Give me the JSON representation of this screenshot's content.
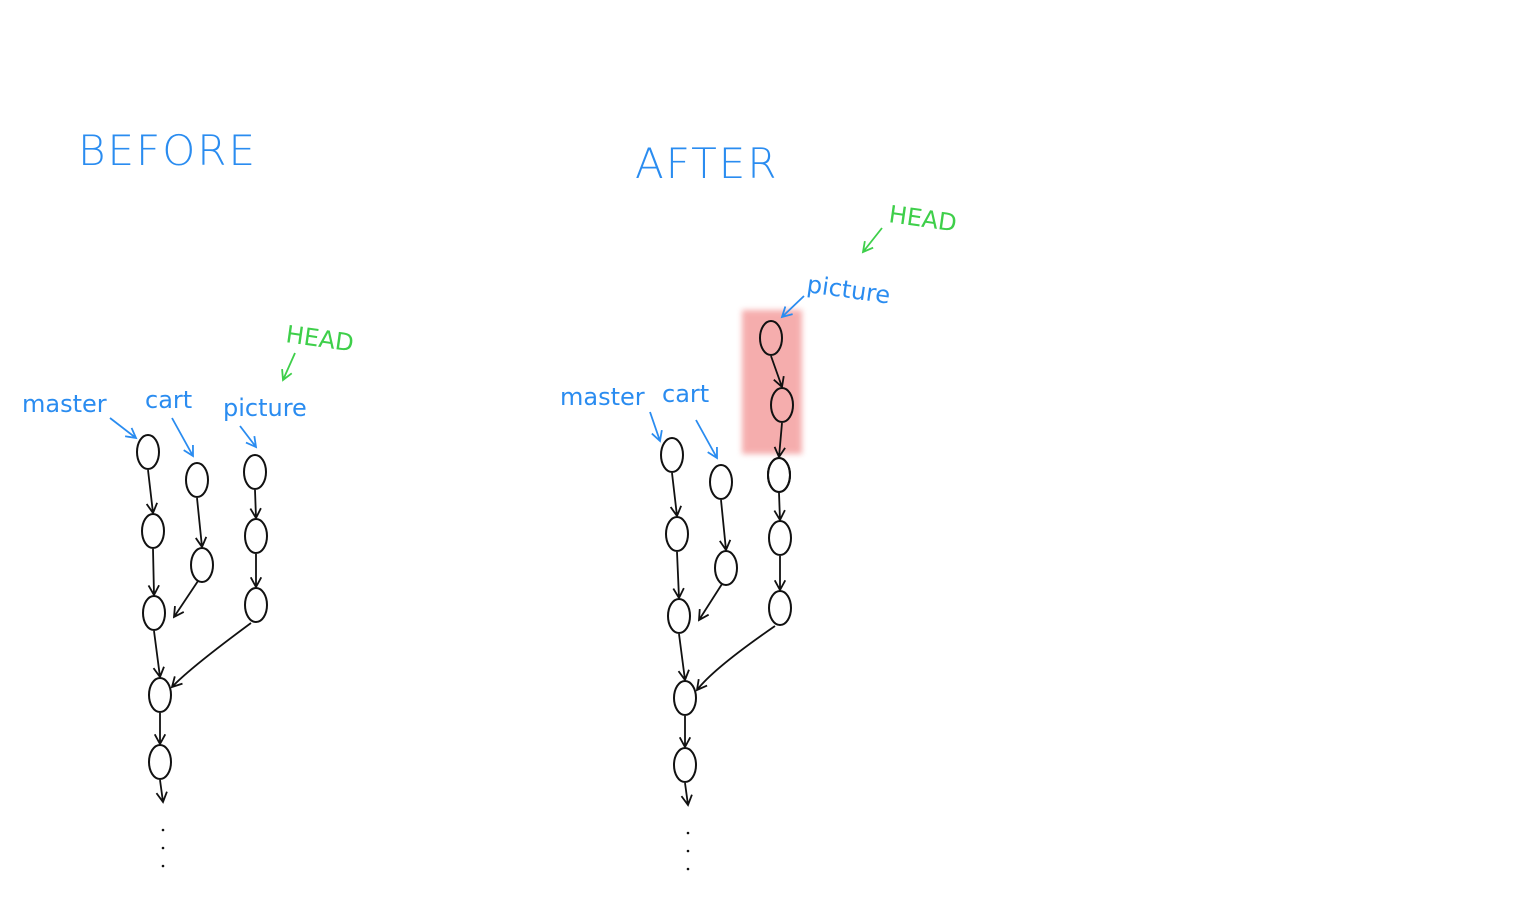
{
  "colors": {
    "branch_label": "#2a8cf0",
    "head_label": "#3ecf4a",
    "commit": "#111111",
    "highlight": "#f07878"
  },
  "before": {
    "title": "BEFORE",
    "branches": {
      "master": "master",
      "cart": "cart",
      "picture": "picture"
    },
    "head": "HEAD",
    "head_points_to": "picture",
    "commits": {
      "master": 5,
      "cart": 2,
      "picture": 3
    },
    "continuation": "..."
  },
  "after": {
    "title": "AFTER",
    "branches": {
      "master": "master",
      "cart": "cart",
      "picture": "picture"
    },
    "head": "HEAD",
    "head_points_to": "picture",
    "commits": {
      "master": 5,
      "cart": 2,
      "picture": 5
    },
    "new_commits_highlighted": 2,
    "continuation": "..."
  }
}
